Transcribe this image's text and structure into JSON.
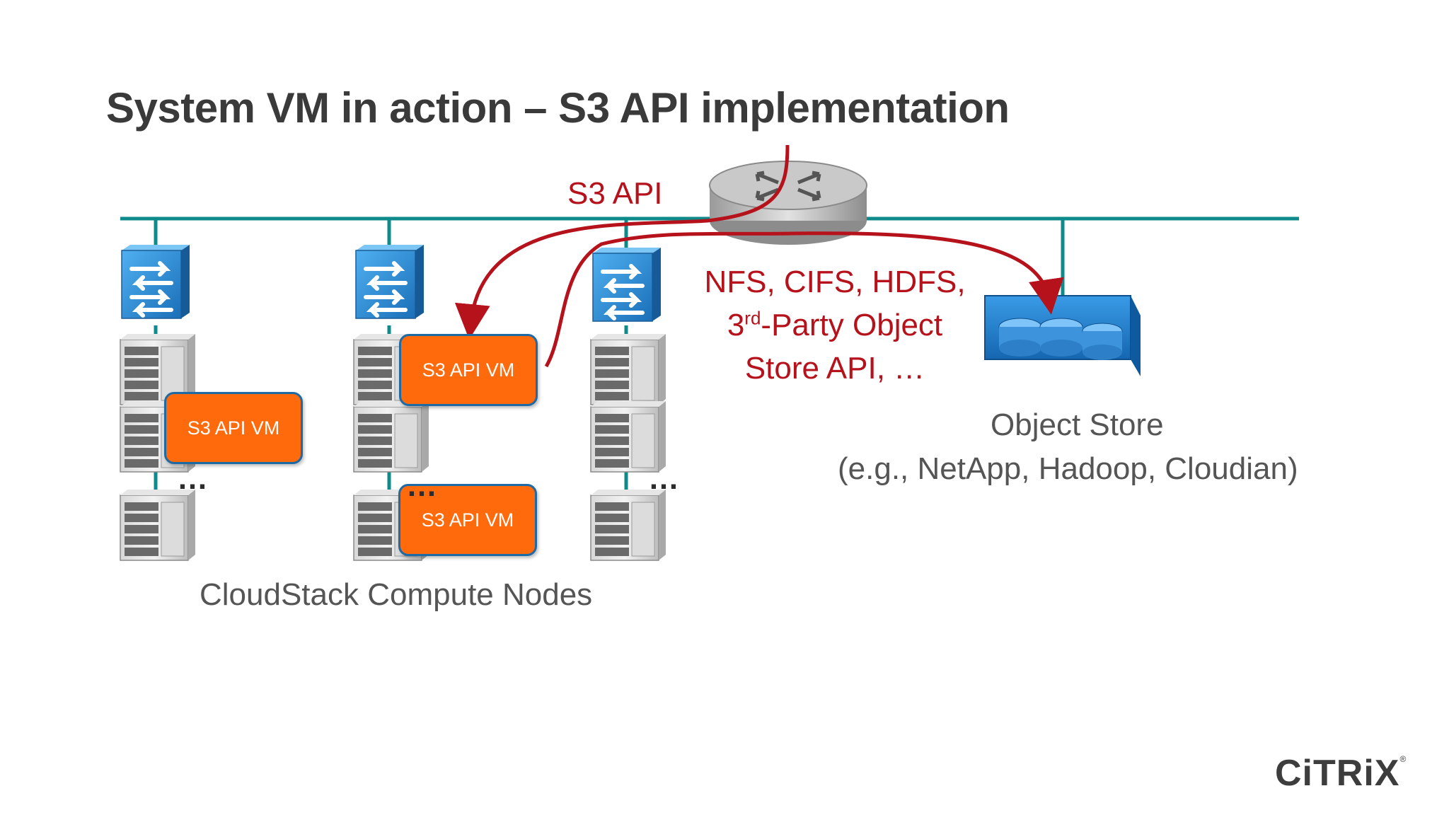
{
  "title": "System VM in action – S3 API implementation",
  "labels": {
    "s3_api": "S3 API",
    "protocols": [
      "NFS, CIFS, HDFS,",
      "3",
      "rd",
      "-Party Object",
      "Store API, …"
    ]
  },
  "vms": [
    "S3 API VM",
    "S3 API VM",
    "S3 API VM"
  ],
  "ellipsis": "…",
  "captions": {
    "compute": "CloudStack Compute Nodes",
    "store_title": "Object Store",
    "store_examples": "(e.g., NetApp, Hadoop, Cloudian)"
  },
  "logo": {
    "text": "CiTRiX",
    "mark": "®"
  },
  "colors": {
    "network": "#0f8a8a",
    "arrow": "#b5121b",
    "vm_fill": "#ff6a0c",
    "switch": "#2b8bd6"
  },
  "icons": [
    "network-switch-icon",
    "server-icon",
    "router-icon",
    "object-store-icon"
  ]
}
